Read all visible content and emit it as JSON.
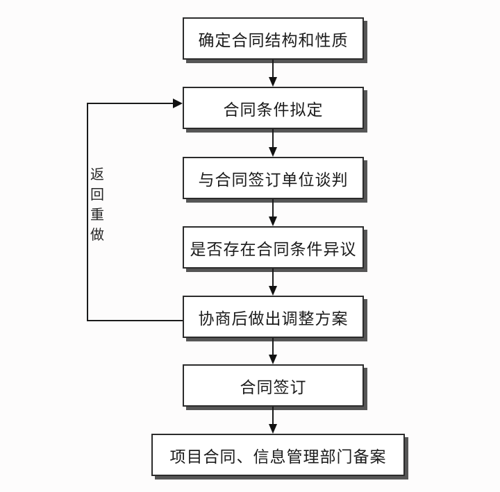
{
  "diagram": {
    "type": "flowchart",
    "language": "zh-CN",
    "background_color": "#fdfcfc",
    "box_border_color": "#2b2b2b",
    "box_shadow_color": "#565656",
    "line_color": "#1a1a1a",
    "text_color": "#1b1b1b",
    "nodes": [
      {
        "label": "确定合同结构和性质"
      },
      {
        "label": "合同条件拟定"
      },
      {
        "label": "与合同签订单位谈判"
      },
      {
        "label": "是否存在合同条件异议"
      },
      {
        "label": "协商后做出调整方案"
      },
      {
        "label": "合同签订"
      },
      {
        "label": "项目合同、信息管理部门备案"
      }
    ],
    "edges": [
      {
        "from": "确定合同结构和性质",
        "to": "合同条件拟定",
        "type": "arrow-down"
      },
      {
        "from": "合同条件拟定",
        "to": "与合同签订单位谈判",
        "type": "arrow-down"
      },
      {
        "from": "与合同签订单位谈判",
        "to": "是否存在合同条件异议",
        "type": "arrow-down"
      },
      {
        "from": "是否存在合同条件异议",
        "to": "协商后做出调整方案",
        "type": "arrow-down"
      },
      {
        "from": "协商后做出调整方案",
        "to": "合同签订",
        "type": "arrow-down"
      },
      {
        "from": "合同签订",
        "to": "项目合同、信息管理部门备案",
        "type": "arrow-down"
      },
      {
        "from": "协商后做出调整方案",
        "to": "合同条件拟定",
        "type": "feedback-left-loop",
        "label": "返回重做"
      }
    ],
    "loop_label": "返回重做"
  }
}
